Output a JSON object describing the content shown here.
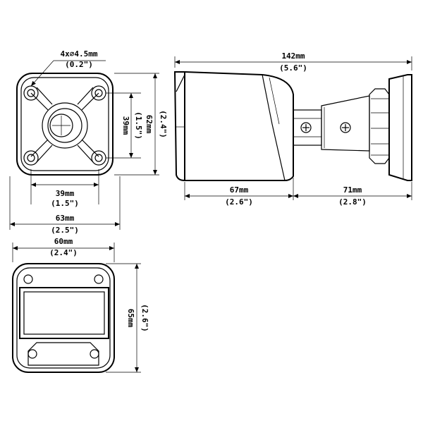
{
  "front_view": {
    "hole_spec": "4x∅4.5mm",
    "hole_spec_in": "(0.2\")",
    "inner_width": "39mm",
    "inner_width_in": "(1.5\")",
    "outer_width": "63mm",
    "outer_width_in": "(2.5\")",
    "inner_height": "39mm",
    "inner_height_in": "(1.5\")",
    "outer_height": "62mm",
    "outer_height_in": "(2.4\")"
  },
  "side_view": {
    "total_length": "142mm",
    "total_length_in": "(5.6\")",
    "body_length": "67mm",
    "body_length_in": "(2.6\")",
    "bracket_length": "71mm",
    "bracket_length_in": "(2.8\")"
  },
  "rear_view": {
    "width": "60mm",
    "width_in": "(2.4\")",
    "height": "65mm",
    "height_in": "(2.6\")"
  }
}
